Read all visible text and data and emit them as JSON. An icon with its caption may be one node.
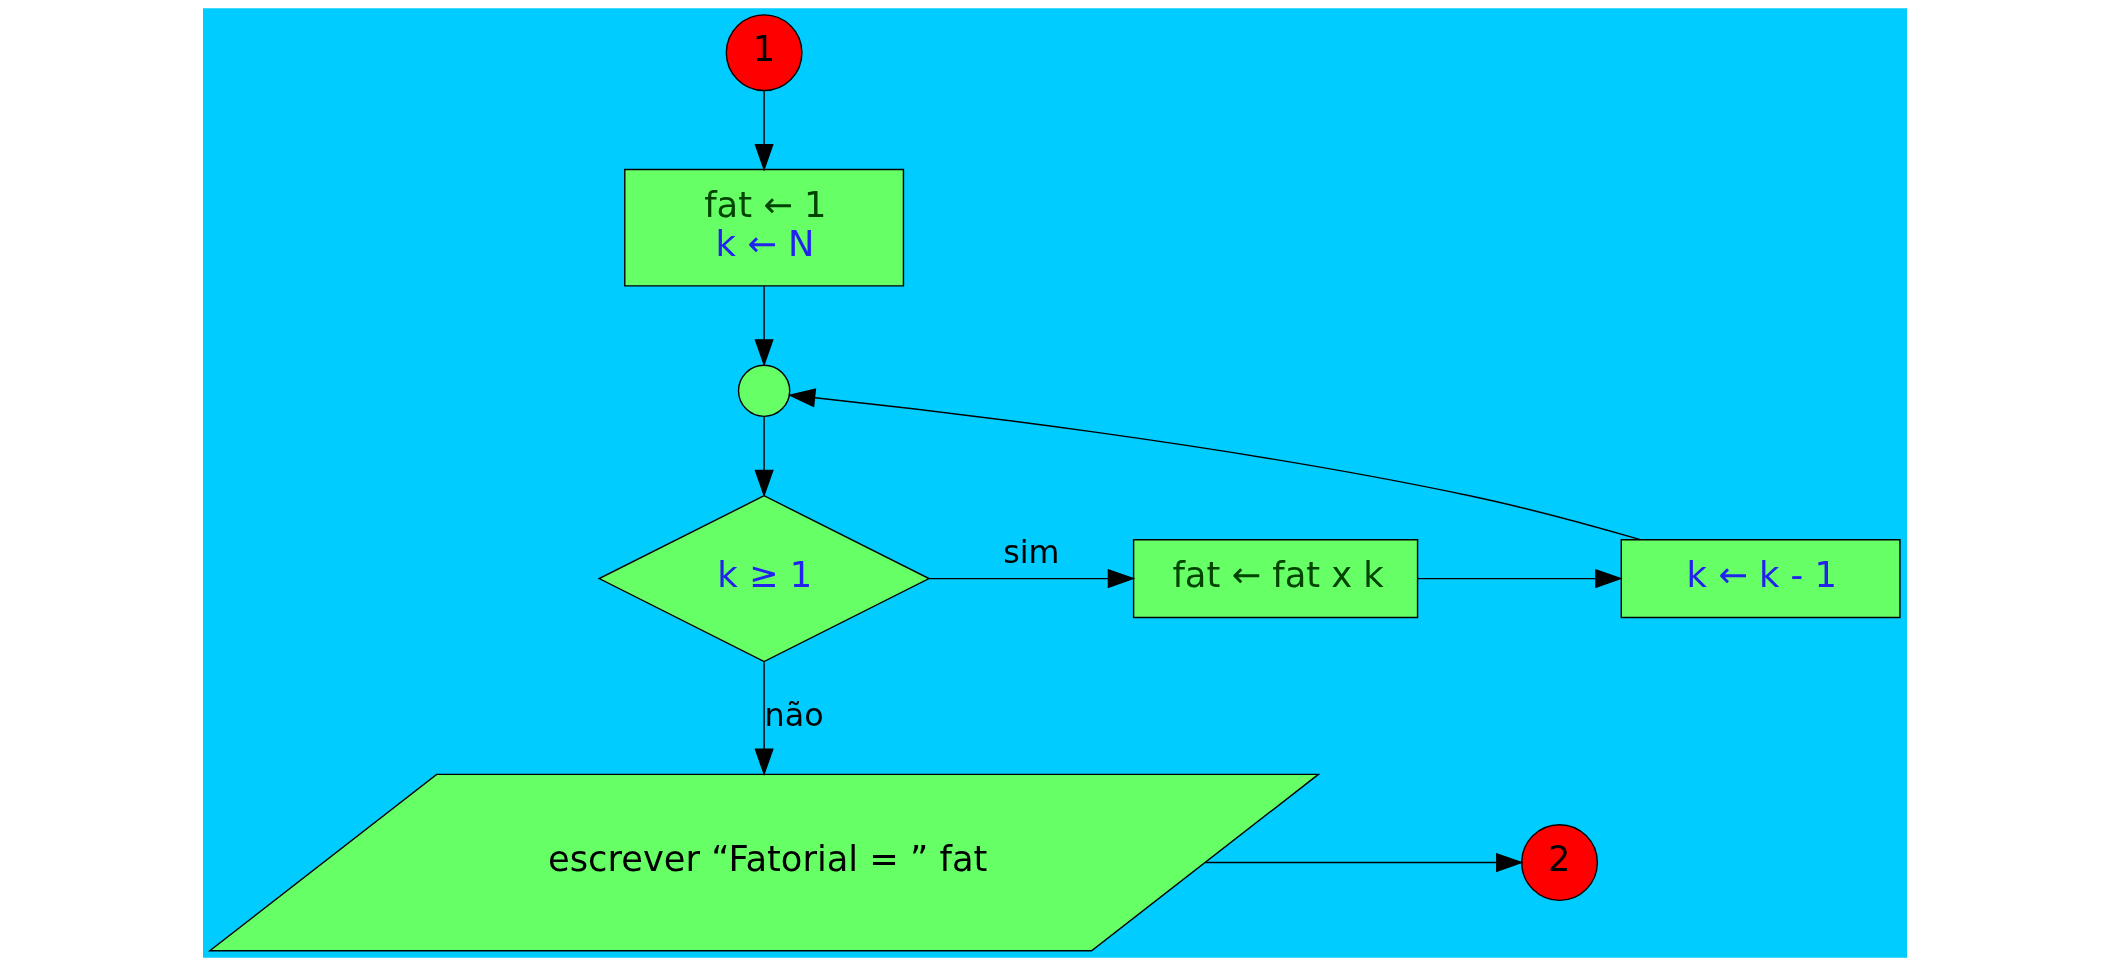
{
  "diagram": {
    "nodes": [
      {
        "text": [
          "1"
        ]
      },
      {
        "text": [
          "fat ← 1",
          "k ← N"
        ]
      },
      {
        "text": [],
        "shape": "circle"
      },
      {
        "text": [
          "k ≥ 1"
        ]
      },
      {
        "text": [
          "fat ← fat x k"
        ]
      },
      {
        "text": [
          "k ← k - 1"
        ]
      },
      {
        "text": [
          "escrever “Fatorial = ” fat"
        ]
      },
      {
        "text": [
          "2"
        ]
      }
    ],
    "edges": [
      {
        "from": 0,
        "to": 1,
        "arrow": "to"
      },
      {
        "from": 1,
        "to": 2,
        "arrow": "to"
      },
      {
        "from": 2,
        "to": 3,
        "arrow": "to"
      },
      {
        "from": 3,
        "to": 4,
        "arrow": "to",
        "label": "sim"
      },
      {
        "from": 4,
        "to": 5,
        "arrow": "to"
      },
      {
        "from": 5,
        "to": 2,
        "arrow": "to"
      },
      {
        "from": 3,
        "to": 6,
        "arrow": "to",
        "label": "não"
      },
      {
        "from": 6,
        "to": 7,
        "arrow": "to"
      }
    ]
  }
}
